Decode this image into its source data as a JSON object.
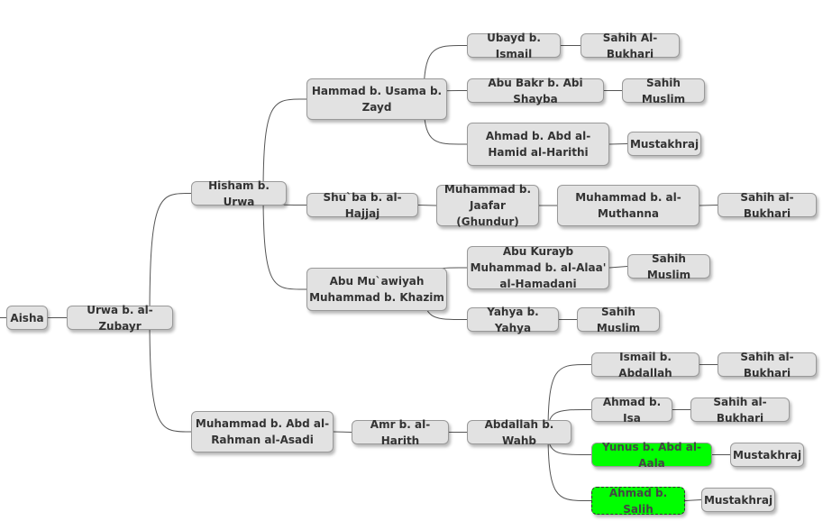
{
  "diagram": {
    "nodes": {
      "aisha": "Aisha",
      "urwa": "Urwa b. al-Zubayr",
      "hisham": "Hisham b. Urwa",
      "hammad": "Hammad b. Usama b. Zayd",
      "ubayd": "Ubayd b. Ismail",
      "bukhari1": "Sahih Al-Bukhari",
      "abubakr": "Abu Bakr b. Abi Shayba",
      "muslim1": "Sahih Muslim",
      "ahmad_hamid": "Ahmad b. Abd al-Hamid al-Harithi",
      "mustakhraj1": "Mustakhraj",
      "shuba": "Shu`ba b. al-Hajjaj",
      "muh_jaafar": "Muhammad b. Jaafar (Ghundur)",
      "muh_muthanna": "Muhammad b. al-Muthanna",
      "bukhari2": "Sahih al-Bukhari",
      "abu_muawiyah": "Abu Mu`awiyah Muhammad b. Khazim",
      "abu_kurayb": "Abu Kurayb Muhammad b. al-Alaa' al-Hamadani",
      "muslim2": "Sahih Muslim",
      "yahya": "Yahya b. Yahya",
      "muslim3": "Sahih Muslim",
      "muh_asadi": "Muhammad b. Abd al-Rahman al-Asadi",
      "amr": "Amr b. al-Harith",
      "abdallah_wahb": "Abdallah b. Wahb",
      "ismail": "Ismail b. Abdallah",
      "bukhari3": "Sahih al-Bukhari",
      "ahmad_isa": "Ahmad b. Isa",
      "bukhari4": "Sahih al-Bukhari",
      "yunus": "Yunus b. Abd al-Aala",
      "mustakhraj2": "Mustakhraj",
      "ahmad_salih": "Ahmad b. Salih",
      "mustakhraj3": "Mustakhraj"
    },
    "highlighted": [
      "yunus",
      "ahmad_salih"
    ],
    "colors": {
      "node_fill": "#e2e2e2",
      "node_border": "#999999",
      "highlight_fill": "#00ff00",
      "connector": "#555555"
    }
  }
}
